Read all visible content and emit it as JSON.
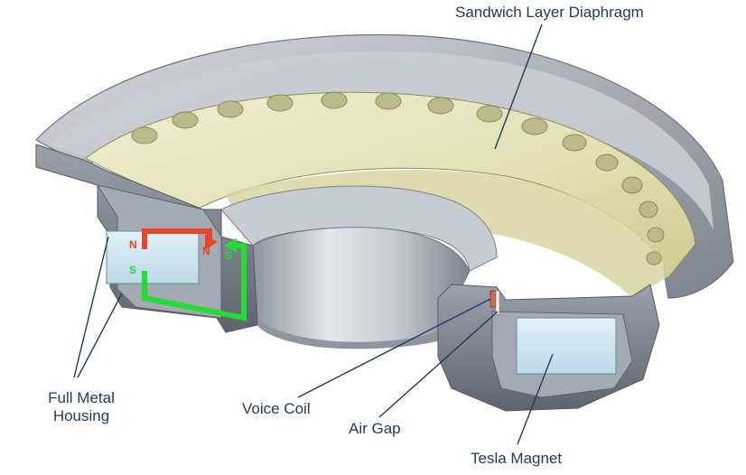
{
  "labels": {
    "diaphragm": "Sandwich Layer Diaphragm",
    "housing_line1": "Full Metal",
    "housing_line2": "Housing",
    "voice_coil": "Voice Coil",
    "air_gap": "Air Gap",
    "magnet": "Tesla Magnet"
  },
  "poles": {
    "north_outer": "N",
    "north_inner": "N",
    "south_outer": "S",
    "south_inner": "S"
  },
  "colors": {
    "label_text": "#1f3a5c",
    "leader_line": "#1f3a5c",
    "north_flux": "#e8452a",
    "south_flux": "#22dd33",
    "metal": "#aab0b8",
    "magnet": "#cfe6f2",
    "diaphragm": "#e6e4bf"
  }
}
